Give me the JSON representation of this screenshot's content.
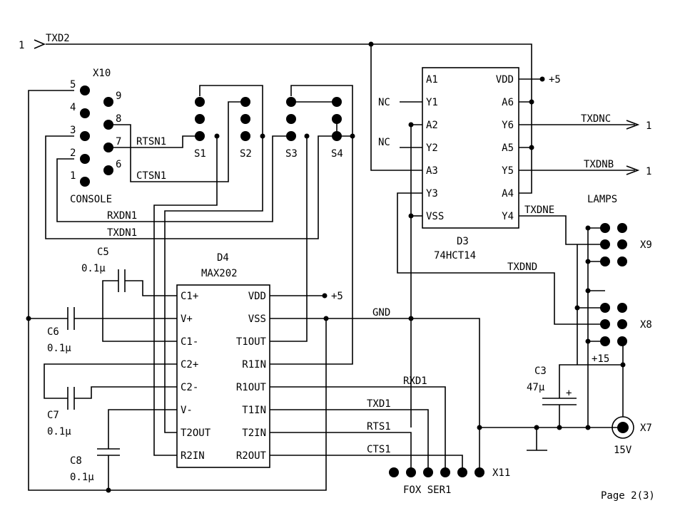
{
  "ports": {
    "in_num": "1",
    "in_name": "TXD2",
    "txdnc_name": "TXDNC",
    "txdnc_num": "1",
    "txdnb_name": "TXDNB",
    "txdnb_num": "1",
    "txdne": "TXDNE",
    "txdnd": "TXDND"
  },
  "console": {
    "ref": "X10",
    "name": "CONSOLE",
    "pins_left": [
      "5",
      "4",
      "3",
      "2",
      "1"
    ],
    "pins_right": [
      "9",
      "8",
      "7",
      "6"
    ]
  },
  "nets": {
    "rtsn1": "RTSN1",
    "ctsn1": "CTSN1",
    "rxdn1": "RXDN1",
    "txdn1": "TXDN1",
    "gnd": "GND",
    "rxd1": "RXD1",
    "txd1": "TXD1",
    "rts1": "RTS1",
    "cts1": "CTS1",
    "plus5_a": "+5",
    "plus5_b": "+5",
    "plus15": "+15"
  },
  "switches": [
    "S1",
    "S2",
    "S3",
    "S4"
  ],
  "d3": {
    "ref": "D3",
    "part": "74HCT14",
    "left_pins": [
      "A1",
      "Y1",
      "A2",
      "Y2",
      "A3",
      "Y3",
      "VSS"
    ],
    "right_pins": [
      "VDD",
      "A6",
      "Y6",
      "A5",
      "Y5",
      "A4",
      "Y4"
    ],
    "nc_1": "NC",
    "nc_2": "NC"
  },
  "d4": {
    "ref": "D4",
    "part": "MAX202",
    "left_pins": [
      "C1+",
      "V+",
      "C1-",
      "C2+",
      "C2-",
      "V-",
      "T2OUT",
      "R2IN"
    ],
    "right_pins": [
      "VDD",
      "VSS",
      "T1OUT",
      "R1IN",
      "R1OUT",
      "T1IN",
      "T2IN",
      "R2OUT"
    ]
  },
  "caps": {
    "c5_ref": "C5",
    "c5_val": "0.1µ",
    "c6_ref": "C6",
    "c6_val": "0.1µ",
    "c7_ref": "C7",
    "c7_val": "0.1µ",
    "c8_ref": "C8",
    "c8_val": "0.1µ",
    "c3_ref": "C3",
    "c3_val": "47µ",
    "c3_plus": "+"
  },
  "lamps": {
    "title": "LAMPS",
    "x9": "X9",
    "x8": "X8"
  },
  "power": {
    "x7": "X7",
    "volt": "15V"
  },
  "fox": {
    "ref": "X11",
    "name": "FOX SER1"
  },
  "footer": {
    "page": "Page 2(3)"
  }
}
